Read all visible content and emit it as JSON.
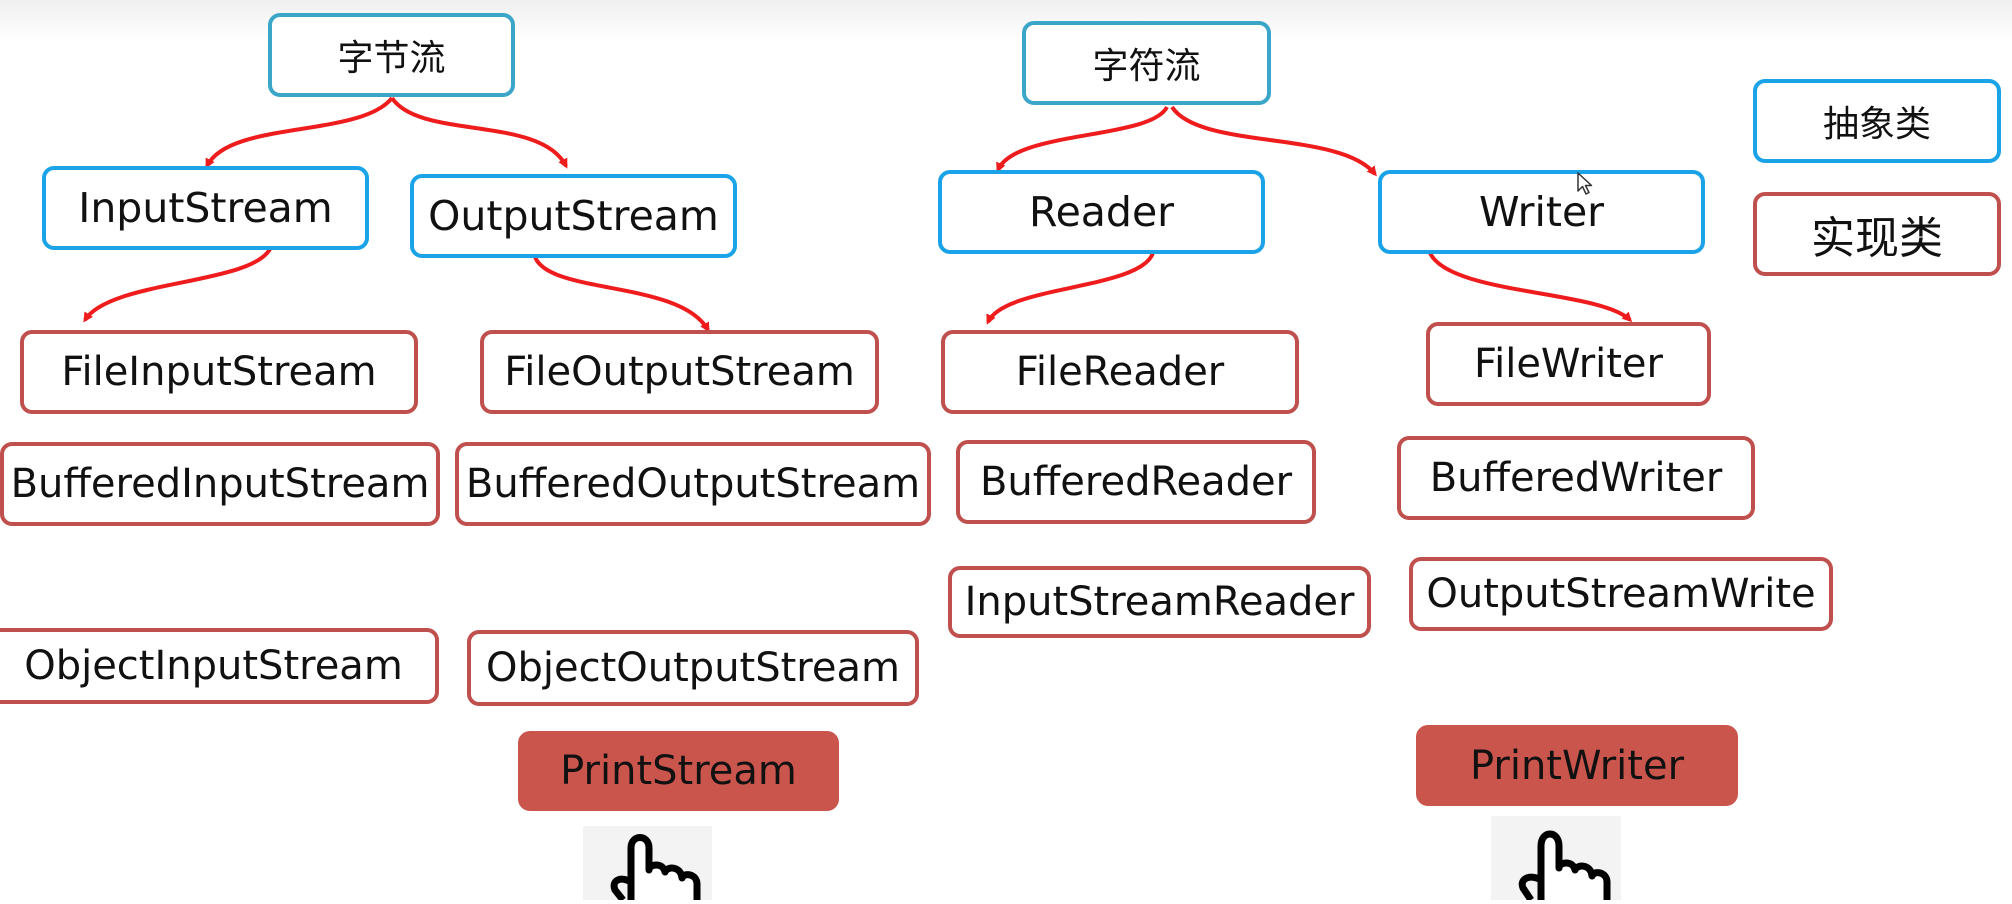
{
  "colors": {
    "abstract_border": "#1aa3e6",
    "impl_border": "#c0504d",
    "filled_fill": "#c9554d",
    "arrow": "#ee1c1c"
  },
  "byte_stream": {
    "title": "字节流",
    "input": "InputStream",
    "output": "OutputStream",
    "file_input": "FileInputStream",
    "file_output": "FileOutputStream",
    "buffered_input": "BufferedInputStream",
    "buffered_output": "BufferedOutputStream",
    "object_input": "ObjectInputStream",
    "object_output": "ObjectOutputStream",
    "print": "PrintStream"
  },
  "char_stream": {
    "title": "字符流",
    "reader": "Reader",
    "writer": "Writer",
    "file_reader": "FileReader",
    "file_writer": "FileWriter",
    "buffered_reader": "BufferedReader",
    "buffered_writer": "BufferedWriter",
    "input_stream_reader": "InputStreamReader",
    "output_stream_write": "OutputStreamWrite",
    "print": "PrintWriter"
  },
  "legend": {
    "abstract": "抽象类",
    "impl": "实现类"
  },
  "icons": [
    "hand-pointer-icon",
    "mouse-cursor-icon"
  ]
}
